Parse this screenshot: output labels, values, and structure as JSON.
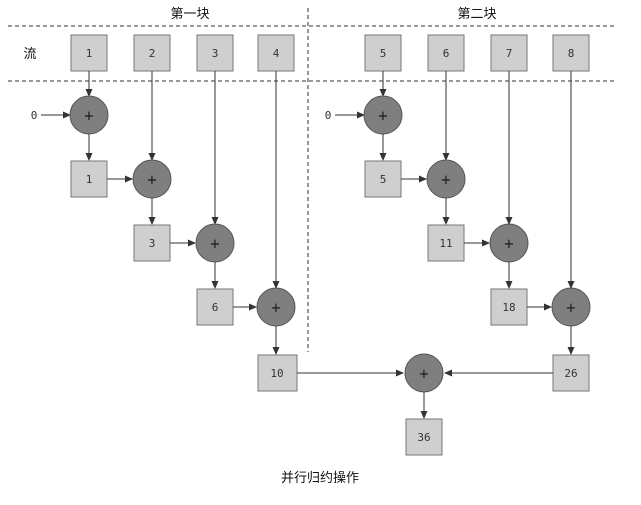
{
  "headers": {
    "block1": "第一块",
    "block2": "第二块",
    "stream": "流"
  },
  "stream": [
    "1",
    "2",
    "3",
    "4",
    "5",
    "6",
    "7",
    "8"
  ],
  "initial": [
    "0",
    "0"
  ],
  "block1_partials": [
    "1",
    "3",
    "6"
  ],
  "block1_result": "10",
  "block2_partials": [
    "5",
    "11",
    "18"
  ],
  "block2_result": "26",
  "final_result": "36",
  "operator": "+",
  "caption": "并行归约操作"
}
